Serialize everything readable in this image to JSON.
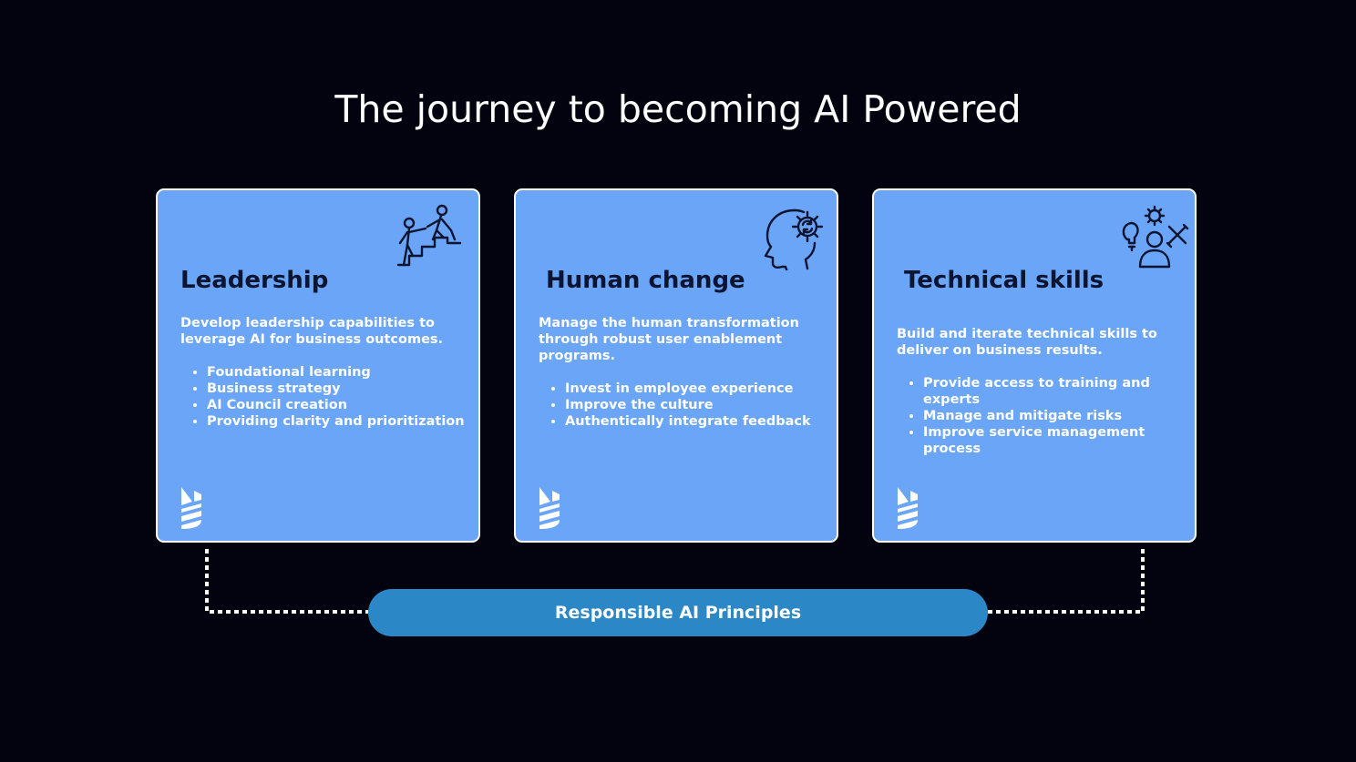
{
  "title": "The journey to becoming AI Powered",
  "cards": [
    {
      "title": "Leadership",
      "icon": "climbing-stairs-help-icon",
      "description": "Develop leadership capabilities to leverage AI for business outcomes.",
      "bullets": [
        "Foundational learning",
        "Business strategy",
        "AI Council creation",
        "Providing clarity and prioritization"
      ]
    },
    {
      "title": "Human change",
      "icon": "head-gear-icon",
      "description": "Manage the human transformation through robust user enablement programs.",
      "bullets": [
        "Invest in employee experience",
        "Improve the culture",
        "Authentically integrate feedback"
      ]
    },
    {
      "title": "Technical skills",
      "icon": "person-tools-icon",
      "description": "Build and iterate technical skills to deliver on business results.",
      "bullets": [
        "Provide access to training and experts",
        "Manage and mitigate risks",
        "Improve service management process"
      ]
    }
  ],
  "foundation": {
    "label": "Responsible AI Principles"
  },
  "colors": {
    "background": "#03030f",
    "card": "#6aa5f8",
    "card_border": "#ffffff",
    "card_title": "#0b1430",
    "pill": "#2b87c6"
  }
}
